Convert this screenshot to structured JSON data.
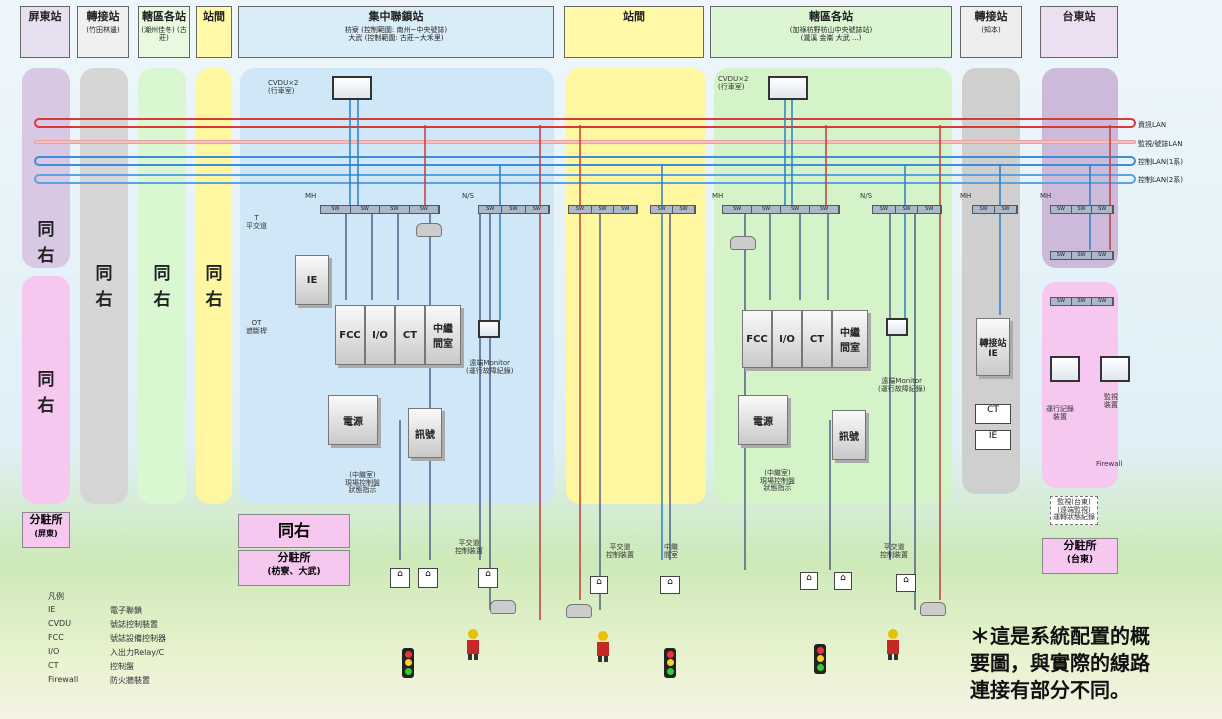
{
  "headers": [
    {
      "title": "屏東站",
      "sub": ""
    },
    {
      "title": "轉接站",
      "sub": "(竹田林邊)"
    },
    {
      "title": "轄區各站",
      "sub": "(潮州佳冬)\n(古莊)"
    },
    {
      "title": "站間",
      "sub": ""
    },
    {
      "title": "集中聯鎖站",
      "sub": "枋寮 (控制範圍: 南州~中央號誌)\n大武 (控制範圍: 古莊~大禾里)"
    },
    {
      "title": "站間",
      "sub": ""
    },
    {
      "title": "轄區各站",
      "sub": "(加祿枋野枋山中央號誌站)\n(瀧溪 金崙 大武 ...)"
    },
    {
      "title": "轉接站",
      "sub": "(知本)"
    },
    {
      "title": "台東站",
      "sub": ""
    }
  ],
  "same_right": "同右",
  "branch_left": {
    "title": "分駐所",
    "sub": "(屏東)"
  },
  "branch_center_same": "同右",
  "branch_center": {
    "title": "分駐所",
    "sub": "(枋寮、大武)"
  },
  "branch_right": {
    "title": "分駐所",
    "sub": "(台東)"
  },
  "lan_labels": [
    "資訊LAN",
    "監視/號誌LAN",
    "控制LAN(1系)",
    "控制LAN(2系)"
  ],
  "cvdu_left": "CVDU×2\n(行車室)",
  "cvdu_right": "CVDU×2\n(行車室)",
  "mh_labels": [
    "MH",
    "N/S",
    "MH",
    "N/S",
    "MH",
    "MH"
  ],
  "sw_cells": [
    "SW",
    "SW",
    "SW",
    "SW"
  ],
  "equipment": {
    "ie": "IE",
    "fcc": "FCC",
    "io": "I/O",
    "ct": "CT",
    "room": "中繼\n間室",
    "power": "電源",
    "signal_center": "訊號",
    "fcc_r": "FCC",
    "io_r": "I/O",
    "ct_r": "CT",
    "room_r": "中繼\n間室",
    "power_r": "電源",
    "signal_r": "訊號",
    "relay_station": "轉接站\nIE",
    "ct_box": "CT",
    "ie_box": "IE"
  },
  "labels": {
    "monitor_center": "遠端Monitor\n(運行故障紀錄)",
    "monitor_right": "遠端Monitor\n(運行故障紀錄)",
    "crossing_ctrl": "平交道\n控制裝置",
    "crossing_left": "平交道\n控制裝置",
    "relay_room": "中繼\n間室",
    "crossing_right": "平交道\n控制裝置",
    "local_ctrl_left": "(中繼室)\n現場控制盤\n狀態指示",
    "local_ctrl_right": "(中繼室)\n現場控制盤\n狀態指示",
    "remote_log": "運行記錄\n裝置",
    "remote_monitor": "監視\n裝置",
    "firewall": "Firewall",
    "taitung_note": "監視(台東)\n(遠端監視)\n運轉狀態紀錄",
    "vertical_1": "T\n平交道",
    "vertical_2": "OT\n遮斷桿"
  },
  "legend": {
    "title": "凡例",
    "items": [
      {
        "k": "IE",
        "v": "電子聯鎖"
      },
      {
        "k": "CVDU",
        "v": "號誌控制裝置"
      },
      {
        "k": "FCC",
        "v": "號誌設備控制器"
      },
      {
        "k": "I/O",
        "v": "入出力Relay/C"
      },
      {
        "k": "CT",
        "v": "控制盤"
      },
      {
        "k": "Firewall",
        "v": "防火牆裝置"
      }
    ]
  },
  "note": "＊這是系統配置的概\n要圖，與實際的線路\n連接有部分不同。",
  "colors": {
    "lan_info": "#d83a3a",
    "lan_mon": "#e79090",
    "lan_ctrl1": "#3a8fd8",
    "lan_ctrl2": "#3a8fd8"
  }
}
